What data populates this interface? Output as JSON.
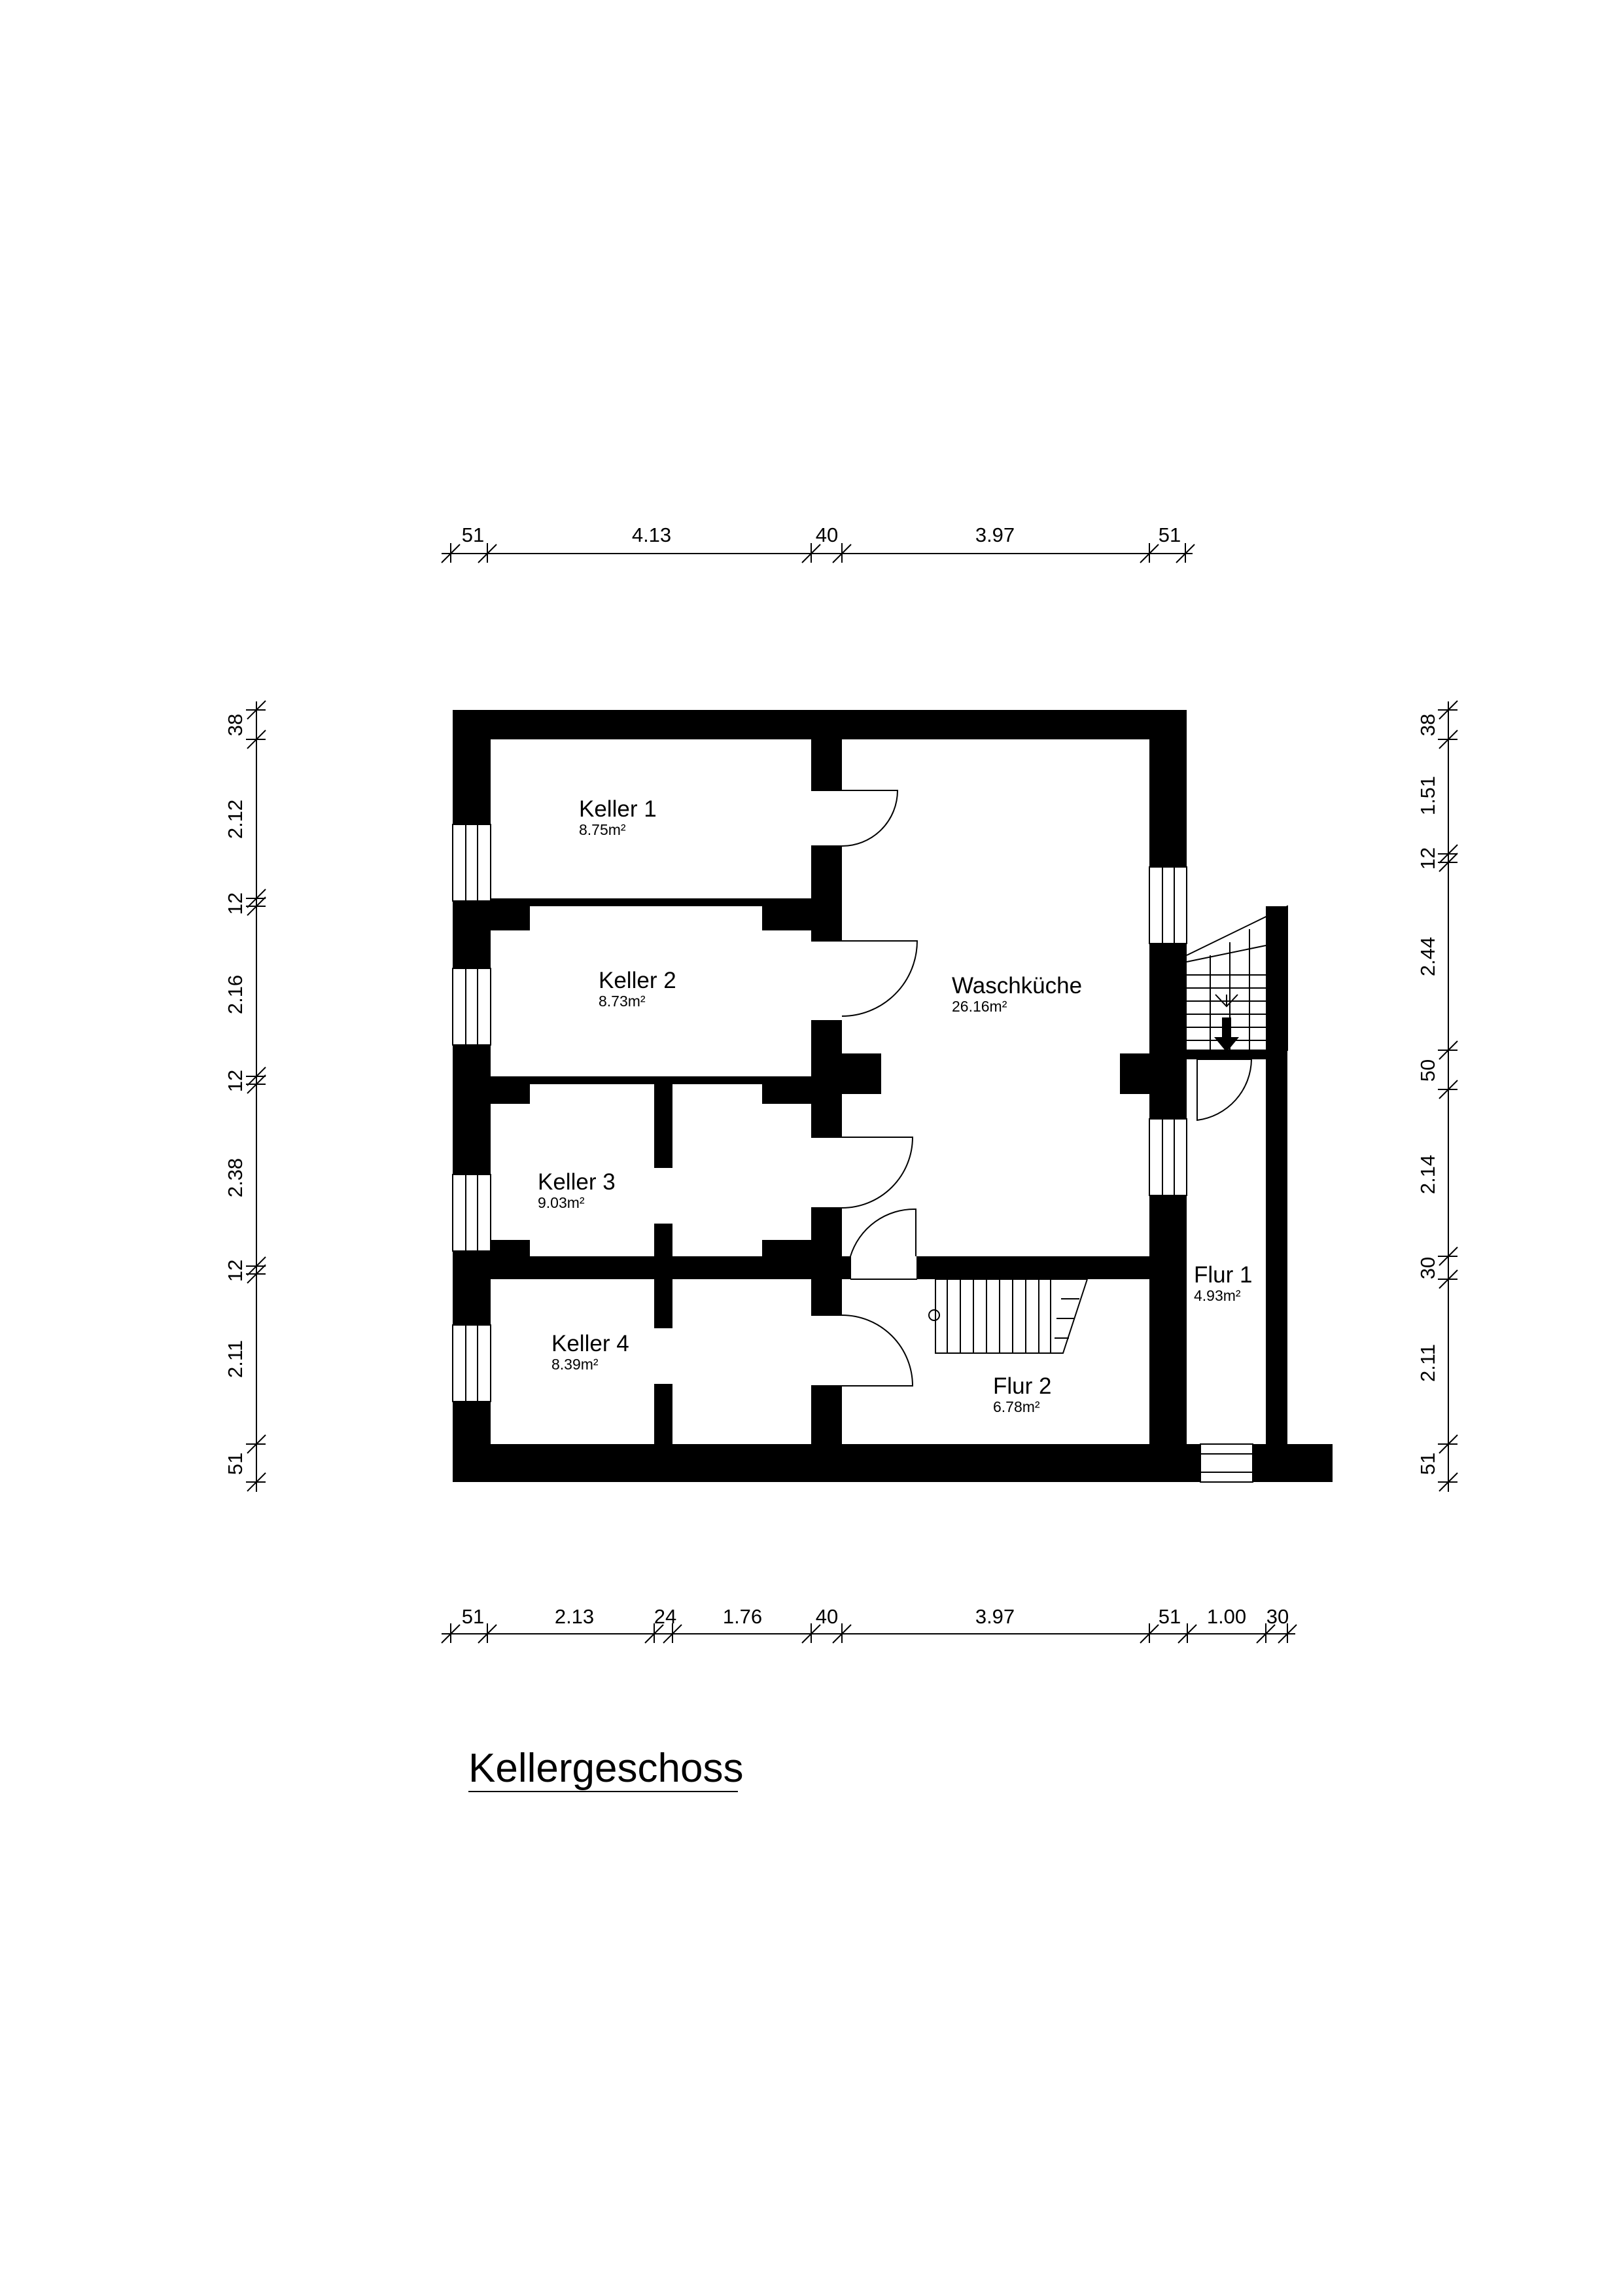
{
  "title": "Kellergeschoss",
  "rooms": {
    "keller1": {
      "name": "Keller 1",
      "area": "8.75m²"
    },
    "keller2": {
      "name": "Keller 2",
      "area": "8.73m²"
    },
    "keller3": {
      "name": "Keller 3",
      "area": "9.03m²"
    },
    "keller4": {
      "name": "Keller 4",
      "area": "8.39m²"
    },
    "waschkueche": {
      "name": "Waschküche",
      "area": "26.16m²"
    },
    "flur1": {
      "name": "Flur 1",
      "area": "4.93m²"
    },
    "flur2": {
      "name": "Flur 2",
      "area": "6.78m²"
    }
  },
  "dimensions": {
    "top": [
      "51",
      "4.13",
      "40",
      "3.97",
      "51"
    ],
    "bottom": [
      "51",
      "2.13",
      "24",
      "1.76",
      "40",
      "3.97",
      "51",
      "1.00",
      "30"
    ],
    "left": [
      "38",
      "2.12",
      "12",
      "2.16",
      "12",
      "2.38",
      "12",
      "2.11",
      "51"
    ],
    "right": [
      "38",
      "1.51",
      "12",
      "2.44",
      "50",
      "2.14",
      "30",
      "2.11",
      "51"
    ]
  }
}
